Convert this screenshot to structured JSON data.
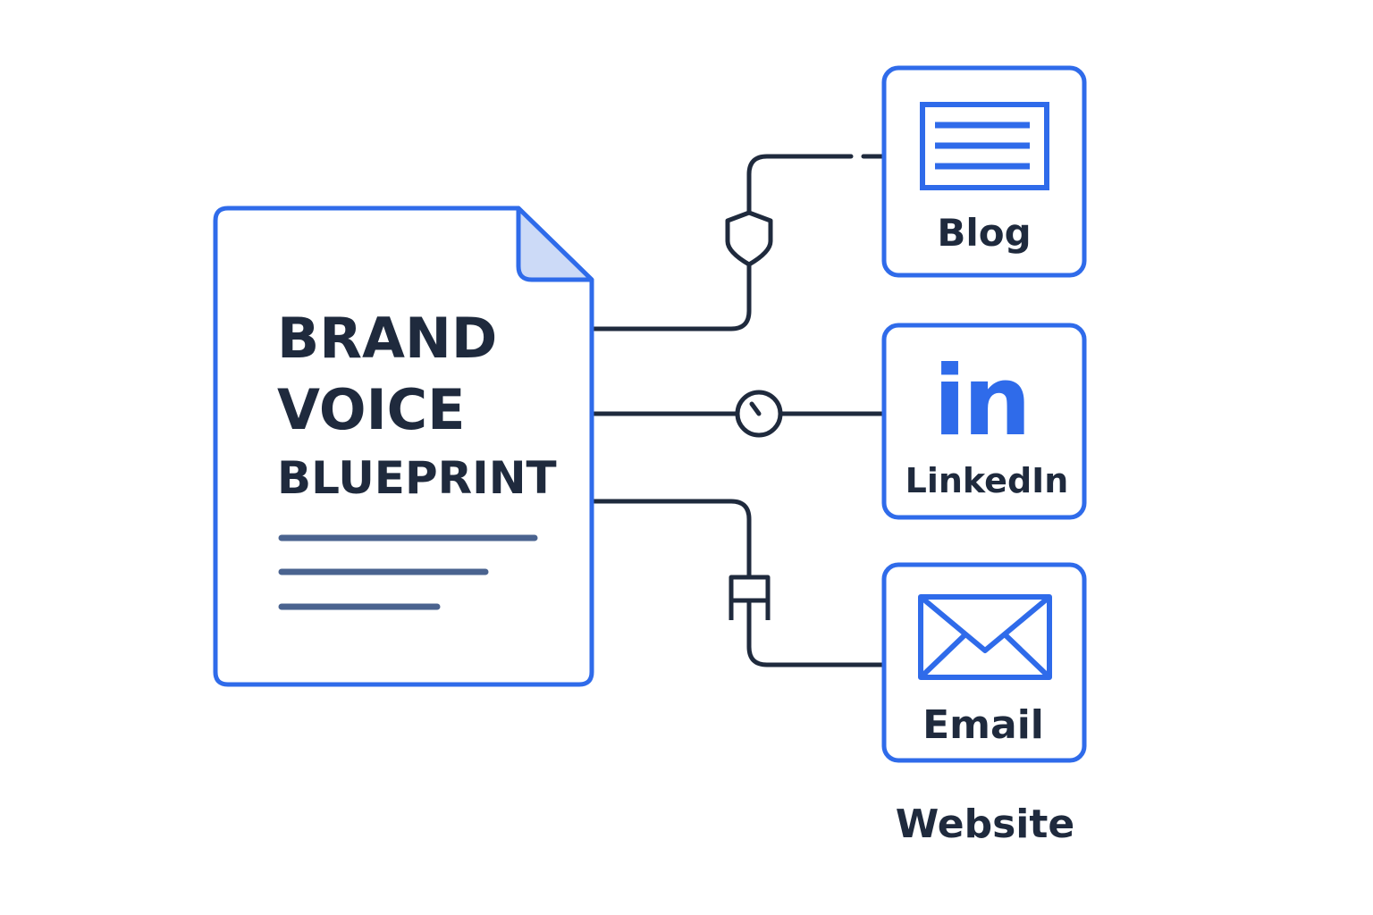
{
  "document": {
    "title_lines": [
      "BRAND",
      "VOICE",
      "BLUEPRINT"
    ],
    "icon": "document-icon"
  },
  "channels": [
    {
      "label": "Blog",
      "icon": "newspaper-icon"
    },
    {
      "label": "LinkedIn",
      "icon": "linkedin-icon",
      "glyph": "in"
    },
    {
      "label": "Email",
      "icon": "envelope-icon"
    }
  ],
  "connectors": [
    {
      "to": "Blog",
      "icon": "shield-icon"
    },
    {
      "to": "LinkedIn",
      "icon": "gauge-icon"
    },
    {
      "to": "Email",
      "icon": "clamp-icon"
    }
  ],
  "footer_label": "Website",
  "colors": {
    "accent": "#2f6bea",
    "accent_fill": "#ccdaf7",
    "ink": "#1f2a3d",
    "text_line": "#4a638f",
    "background": "#ffffff"
  }
}
